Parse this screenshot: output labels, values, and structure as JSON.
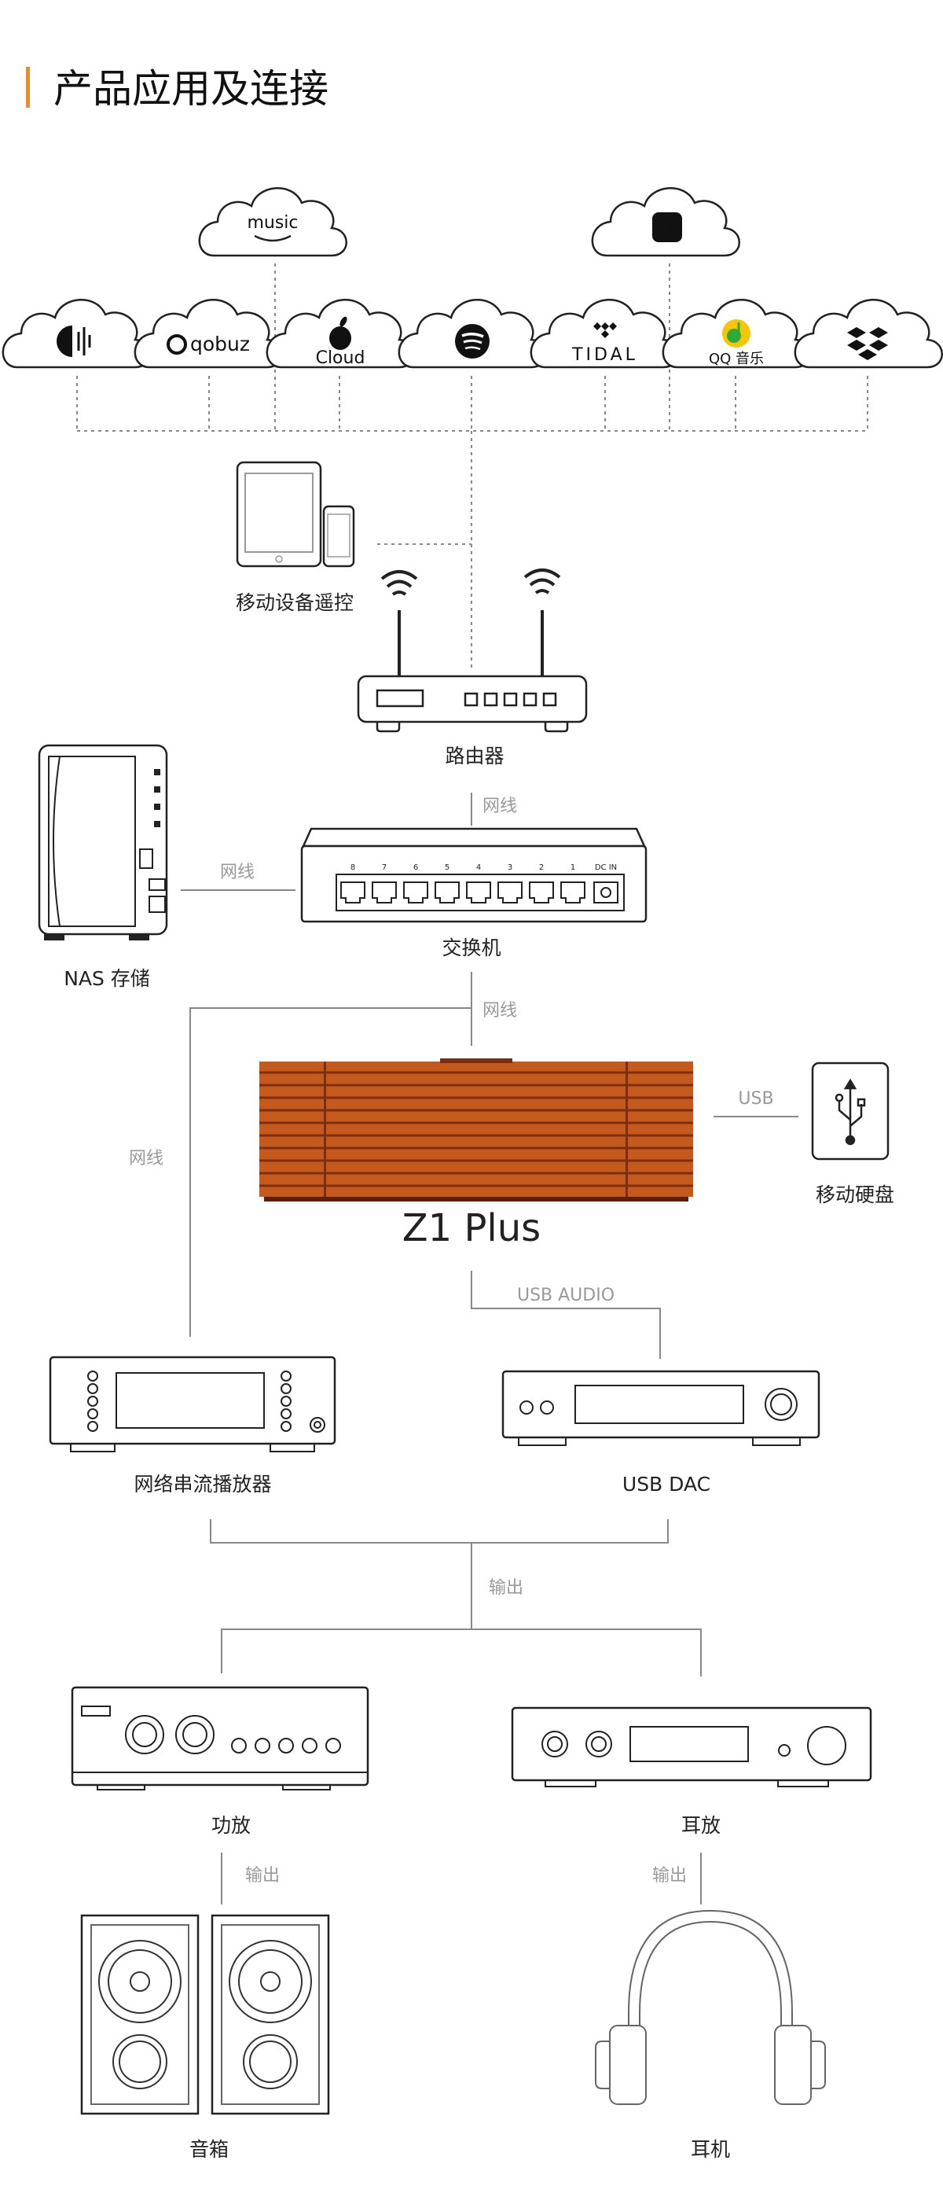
{
  "title": "产品应用及连接",
  "colors": {
    "accent": "#f08a24",
    "wood": "#c55a1c",
    "wood_dark": "#7a3010",
    "line": "#888888"
  },
  "streaming_services": [
    {
      "name": "amazon-music-cloud",
      "label": "music"
    },
    {
      "name": "apple-music-cloud",
      "label": ""
    },
    {
      "name": "audible-cloud",
      "label": ""
    },
    {
      "name": "qobuz-cloud",
      "label": "qobuz"
    },
    {
      "name": "icloud-cloud",
      "label": "Cloud"
    },
    {
      "name": "spotify-cloud",
      "label": ""
    },
    {
      "name": "tidal-cloud",
      "label": "TIDAL"
    },
    {
      "name": "qq-music-cloud",
      "label": "QQ 音乐"
    },
    {
      "name": "dropbox-cloud",
      "label": ""
    }
  ],
  "devices": {
    "mobile": "移动设备遥控",
    "router": "路由器",
    "switch": "交换机",
    "nas": "NAS 存储",
    "product": "Z1 Plus",
    "usb_drive": "移动硬盘",
    "streamer": "网络串流播放器",
    "usb_dac": "USB DAC",
    "amplifier": "功放",
    "headphone_amp": "耳放",
    "speakers": "音箱",
    "headphones": "耳机"
  },
  "connections": {
    "lan": "网线",
    "usb": "USB",
    "usb_audio": "USB AUDIO",
    "output": "输出"
  },
  "switch_ports": [
    "8",
    "7",
    "6",
    "5",
    "4",
    "3",
    "2",
    "1",
    "DC IN"
  ]
}
